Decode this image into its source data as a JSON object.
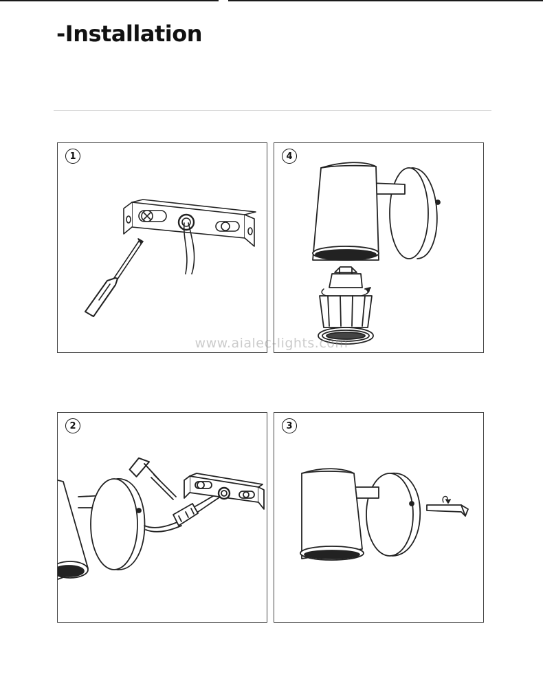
{
  "page": {
    "title": "-Installation",
    "watermark": "www.aialec-lights.com"
  },
  "steps": [
    {
      "number": "1",
      "icon": "screwdriver-icon"
    },
    {
      "number": "4",
      "icon": "gu10-bulb-icon"
    },
    {
      "number": "2",
      "icon": "wire-connector-icon"
    },
    {
      "number": "3",
      "icon": "allen-key-icon"
    }
  ]
}
